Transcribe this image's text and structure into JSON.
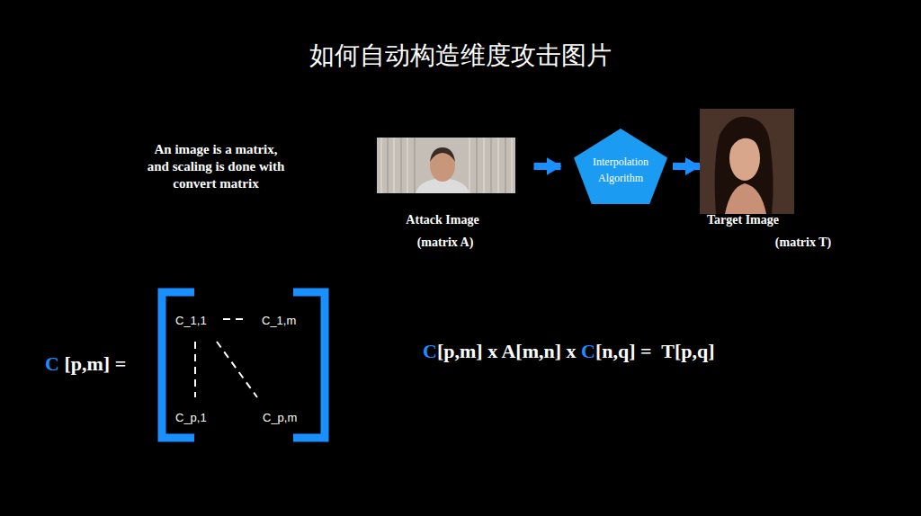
{
  "diagram": {
    "title": "如何自动构造维度攻击图片",
    "nodes": [
      {
        "text": [
          "Attack Image",
          "(matrix A)"
        ]
      },
      {
        "text": [
          "Interpolation Algorithm"
        ]
      },
      {
        "text": [
          "Target Image",
          "(matrix T)"
        ]
      }
    ],
    "edges": [
      {
        "from": 0,
        "to": 1,
        "arrow": "to"
      },
      {
        "from": 1,
        "to": 2,
        "arrow": "to"
      }
    ],
    "labels": [
      "An image is a matrix, and scaling is done with convert matrix",
      "C [p,m] =",
      "C_1,1",
      "C_1,m",
      "C_p,1",
      "C_p,m",
      "C[p,m] x A[m,n] x C[n,q] =  T[p,q]"
    ]
  }
}
